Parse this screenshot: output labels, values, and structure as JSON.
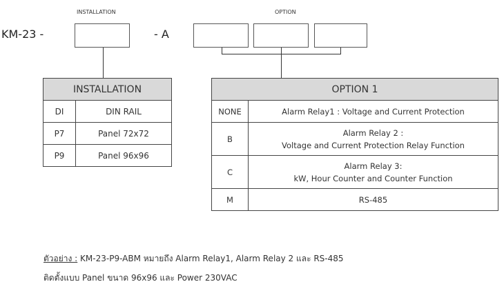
{
  "model": {
    "prefix": "KM-23 -",
    "suffix": "- A",
    "installation_caption": "INSTALLATION",
    "option_caption": "OPTION"
  },
  "installation_table": {
    "header": "INSTALLATION",
    "rows": [
      {
        "code": "DI",
        "desc": "DIN RAIL"
      },
      {
        "code": "P7",
        "desc": "Panel 72x72"
      },
      {
        "code": "P9",
        "desc": "Panel 96x96"
      }
    ]
  },
  "option_table": {
    "header": "OPTION 1",
    "rows": [
      {
        "code": "NONE",
        "desc_line1": "Alarm Relay1 : Voltage and Current Protection",
        "desc_line2": ""
      },
      {
        "code": "B",
        "desc_line1": "Alarm Relay 2 :",
        "desc_line2": "Voltage and Current Protection Relay Function"
      },
      {
        "code": "C",
        "desc_line1": "Alarm Relay 3:",
        "desc_line2": "kW, Hour Counter and Counter Function"
      },
      {
        "code": "M",
        "desc_line1": "RS-485",
        "desc_line2": ""
      }
    ]
  },
  "example": {
    "label": "ตัวอย่าง :",
    "line1_rest": " KM-23-P9-ABM  หมายถึง Alarm Relay1, Alarm Relay 2 และ RS-485",
    "line2": "ติดตั้งแบบ Panel  ขนาด 96x96  และ Power 230VAC"
  }
}
